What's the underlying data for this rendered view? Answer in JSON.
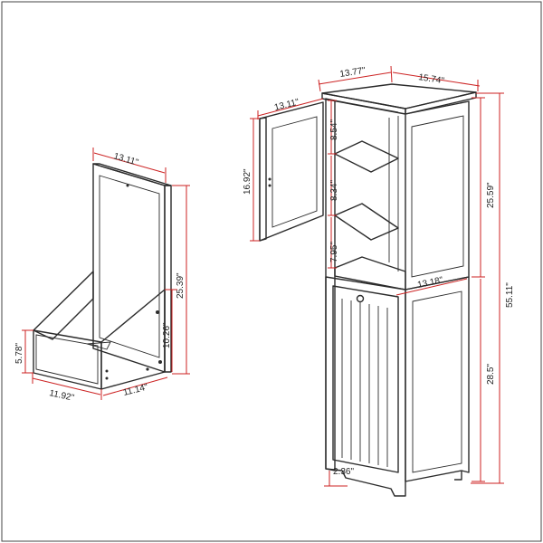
{
  "dimensions": {
    "crate_width_top": "13.11\"",
    "crate_height": "25.39\"",
    "crate_side_height": "10.26\"",
    "crate_front_height": "5.78\"",
    "crate_front_width": "11.92\"",
    "crate_depth": "11.14\"",
    "door_width": "13.11\"",
    "door_height": "16.92\"",
    "cabinet_width": "13.77\"",
    "cabinet_depth": "15.74\"",
    "shelf_gap_1": "8.54\"",
    "shelf_gap_2": "8.34\"",
    "shelf_gap_3": "7.95\"",
    "upper_height": "25.59\"",
    "total_height": "55.11\"",
    "inner_width": "13.18\"",
    "lower_height": "28.5\"",
    "foot_height": "2.36\""
  },
  "colors": {
    "dimension_line": "#cc2222",
    "outline": "#2b2b2b"
  }
}
